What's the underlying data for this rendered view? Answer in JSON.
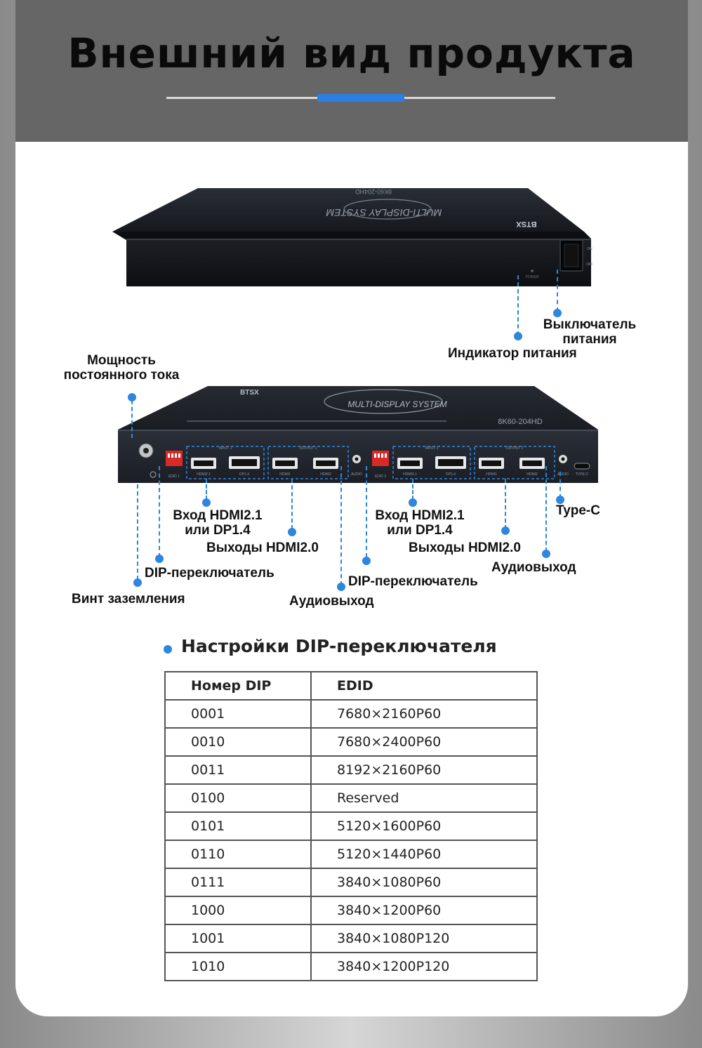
{
  "header": {
    "title": "Внешний вид продукта"
  },
  "top_device": {
    "logo_text": "BTSX",
    "brand_text": "MULTI-DISPLAY SYSTEM",
    "model_text": "8K60-204HD",
    "power_led_text": "POWER",
    "switch_on_text": "ON",
    "switch_off_text": "OFF"
  },
  "top_callouts": {
    "power_switch": "Выключатель\nпитания",
    "power_indicator": "Индикатор питания"
  },
  "back_device": {
    "logo_text": "BTSX",
    "brand_text": "MULTI-DISPLAY SYSTEM",
    "model_text": "8K60-204HD",
    "ports": {
      "edid1": "EDID 1",
      "input1": "INPUT 1",
      "hdmi21_1": "HDMI2.1",
      "dp_1": "DP1.4",
      "output1": "OUTPUT 1",
      "hdmi1_a": "HDMI1",
      "hdmi2_a": "HDMI2",
      "audio_a": "AUDIO",
      "edid2": "EDID 2",
      "input2": "INPUT 2",
      "hdmi21_2": "HDMI2.1",
      "dp_2": "DP1.4",
      "output2": "OUTPUT 2",
      "hdmi1_b": "HDMI1",
      "hdmi2_b": "HDMI2",
      "audio_b": "AUDIO",
      "typec": "TYPE-C"
    }
  },
  "back_callouts": {
    "dc_power": "Мощность\nпостоянного тока",
    "input_a": "Вход HDMI2.1\nили DP1.4",
    "outputs_a": "Выходы HDMI2.0",
    "dip_a": "DIP-переключатель",
    "ground": "Винт заземления",
    "audio_a": "Аудиовыход",
    "input_b": "Вход HDMI2.1\nили DP1.4",
    "outputs_b": "Выходы HDMI2.0",
    "dip_b": "DIP-переключатель",
    "audio_b": "Аудиовыход",
    "typec": "Type-C"
  },
  "dip_section": {
    "heading": "Настройки DIP-переключателя",
    "columns": [
      "Номер DIP",
      "EDID"
    ],
    "rows": [
      [
        "0001",
        "7680×2160P60"
      ],
      [
        "0010",
        "7680×2400P60"
      ],
      [
        "0011",
        "8192×2160P60"
      ],
      [
        "0100",
        "Reserved"
      ],
      [
        "0101",
        "5120×1600P60"
      ],
      [
        "0110",
        "5120×1440P60"
      ],
      [
        "0111",
        "3840×1080P60"
      ],
      [
        "1000",
        "3840×1200P60"
      ],
      [
        "1001",
        "3840×1080P120"
      ],
      [
        "1010",
        "3840×1200P120"
      ]
    ]
  },
  "colors": {
    "header_bg": "#666666",
    "accent_blue": "#2b7fe3",
    "callout_blue": "#2e86de",
    "device_body": "#1f2228",
    "dip_switch_red": "#d92a2a"
  }
}
